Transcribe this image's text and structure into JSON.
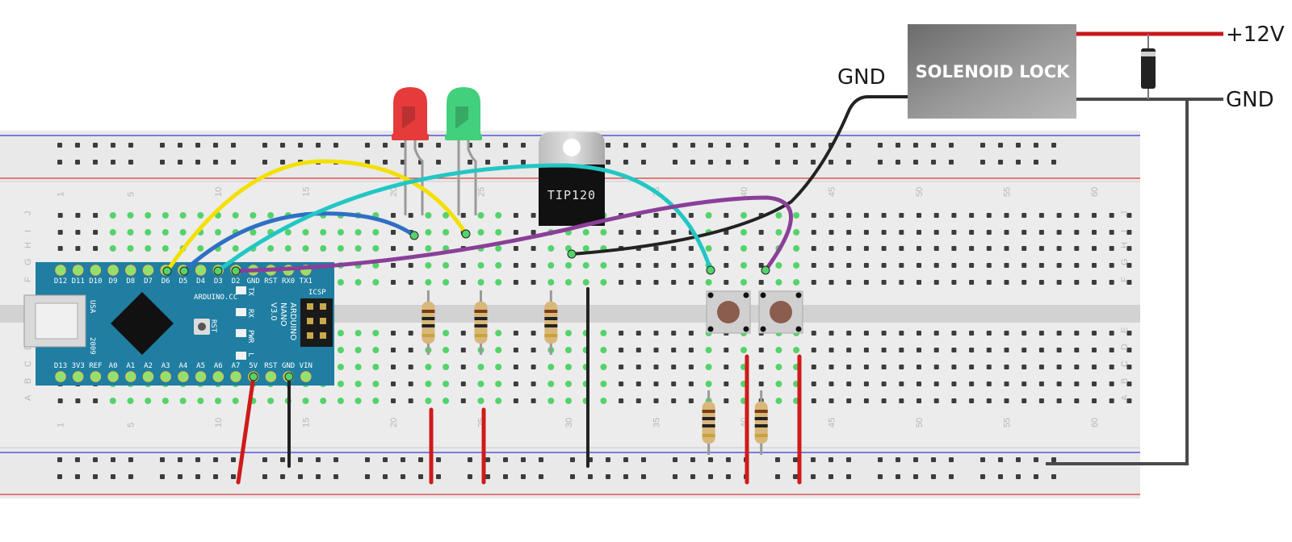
{
  "solenoid": {
    "label": "SOLENOID LOCK"
  },
  "power": {
    "plus_label": "+12V",
    "gnd_left_label": "GND",
    "gnd_right_label": "GND"
  },
  "transistor": {
    "label": "TIP120"
  },
  "breadboard": {
    "column_numbers": [
      "1",
      "5",
      "10",
      "15",
      "20",
      "25",
      "30",
      "35",
      "40",
      "45",
      "50",
      "55",
      "60"
    ],
    "row_letters_top": [
      "J",
      "I",
      "H",
      "G",
      "F"
    ],
    "row_letters_bottom": [
      "E",
      "D",
      "C",
      "B",
      "A"
    ]
  },
  "arduino": {
    "top_pins": [
      "D12",
      "D11",
      "D10",
      "D9",
      "D8",
      "D7",
      "D6",
      "D5",
      "D4",
      "D3",
      "D2",
      "GND",
      "RST",
      "RX0",
      "TX1"
    ],
    "bottom_pins": [
      "D13",
      "3V3",
      "REF",
      "A0",
      "A1",
      "A2",
      "A3",
      "A4",
      "A5",
      "A6",
      "A7",
      "5V",
      "RST",
      "GND",
      "VIN"
    ],
    "brand": "ARDUINO.CC",
    "name_lines": [
      "ARDUINO",
      "NANO",
      "V3.0"
    ],
    "usb": "USA",
    "year": "2009",
    "icsp": "ICSP",
    "rst": "RST",
    "leds": [
      "TX",
      "RX",
      "PWR",
      "L"
    ]
  },
  "colors": {
    "wire_yellow": "#f4e000",
    "wire_blue": "#2f6fc4",
    "wire_cyan": "#22c7c4",
    "wire_purple": "#8a3f99",
    "wire_black": "#222222",
    "wire_red": "#d01a1a",
    "board_blue": "#1f7ea2",
    "led_red": "#e53b3b",
    "led_green": "#43d07c"
  }
}
